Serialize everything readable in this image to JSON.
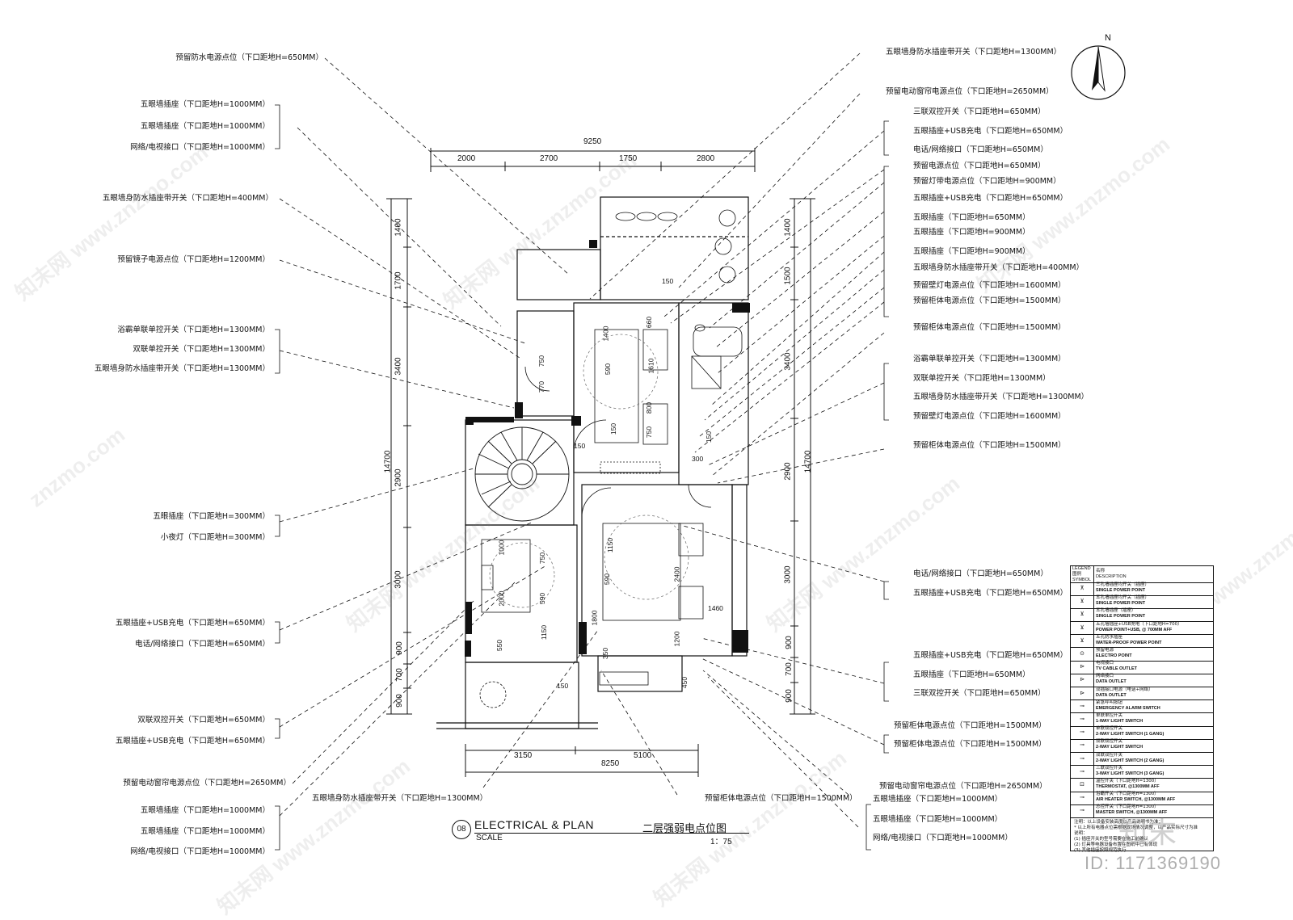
{
  "left_notes": [
    "预留防水电源点位（下口距地H=650MM）",
    "五眼墙插座（下口距地H=1000MM）",
    "五眼墙插座（下口距地H=1000MM）",
    "网络/电视接口（下口距地H=1000MM）",
    "五眼墙身防水插座带开关（下口距地H=400MM）",
    "预留镜子电源点位（下口距地H=1200MM）",
    "浴霸单联单控开关（下口距地H=1300MM）",
    "双联单控开关（下口距地H=1300MM）",
    "五眼墙身防水插座带开关（下口距地H=1300MM）",
    "五眼插座（下口距地H=300MM）",
    "小夜灯（下口距地H=300MM）",
    "五眼插座+USB充电（下口距地H=650MM）",
    "电话/网络接口（下口距地H=650MM）",
    "双联双控开关（下口距地H=650MM）",
    "五眼插座+USB充电（下口距地H=650MM）",
    "预留电动窗帘电源点位（下口距地H=2650MM）",
    "五眼墙插座（下口距地H=1000MM）",
    "五眼墙插座（下口距地H=1000MM）",
    "网络/电视接口（下口距地H=1000MM）"
  ],
  "right_notes": [
    "五眼墙身防水插座带开关（下口距地H=1300MM）",
    "预留电动窗帘电源点位（下口距地H=2650MM）",
    "三联双控开关（下口距地H=650MM）",
    "五眼插座+USB充电（下口距地H=650MM）",
    "电话/网络接口（下口距地H=650MM）",
    "预留电源点位（下口距地H=650MM）",
    "预留灯带电源点位（下口距地H=900MM）",
    "五眼插座+USB充电（下口距地H=650MM）",
    "五眼插座（下口距地H=650MM）",
    "五眼插座（下口距地H=900MM）",
    "五眼插座（下口距地H=900MM）",
    "五眼墙身防水插座带开关（下口距地H=400MM）",
    "预留壁灯电源点位（下口距地H=1600MM）",
    "预留柜体电源点位（下口距地H=1500MM）",
    "预留柜体电源点位（下口距地H=1500MM）",
    "浴霸单联单控开关（下口距地H=1300MM）",
    "双联单控开关（下口距地H=1300MM）",
    "五眼墙身防水插座带开关（下口距地H=1300MM）",
    "预留壁灯电源点位（下口距地H=1600MM）",
    "预留柜体电源点位（下口距地H=1500MM）",
    "电话/网络接口（下口距地H=650MM）",
    "五眼插座+USB充电（下口距地H=650MM）",
    "五眼插座+USB充电（下口距地H=650MM）",
    "五眼插座（下口距地H=650MM）",
    "三联双控开关（下口距地H=650MM）",
    "预留柜体电源点位（下口距地H=1500MM）",
    "预留柜体电源点位（下口距地H=1500MM）",
    "预留电动窗帘电源点位（下口距地H=2650MM）",
    "五眼墙插座（下口距地H=1000MM）",
    "五眼墙插座（下口距地H=1000MM）",
    "网络/电视接口（下口距地H=1000MM）"
  ],
  "bottom_notes": [
    "五眼墙身防水插座带开关（下口距地H=1300MM）",
    "预留柜体电源点位（下口距地H=1500MM）"
  ],
  "dimensions": {
    "top_total": "9250",
    "top_segments": [
      "2000",
      "2700",
      "1750",
      "2800"
    ],
    "bottom_total": "8250",
    "bottom_segments": [
      "3150",
      "5100"
    ],
    "left_total": "14700",
    "left_segments": [
      "1400",
      "1700",
      "3400",
      "2900",
      "3000",
      "900",
      "700",
      "900"
    ],
    "right_total": "14700",
    "right_segments": [
      "1400",
      "1500",
      "3400",
      "2900",
      "3000",
      "900",
      "700",
      "900"
    ]
  },
  "plan_labels": [
    "150",
    "1400",
    "660",
    "750",
    "590",
    "1610",
    "770",
    "800",
    "750",
    "150",
    "150",
    "300",
    "150",
    "1000",
    "1150",
    "750",
    "590",
    "2400",
    "2000",
    "590",
    "1460",
    "1800",
    "1200",
    "550",
    "1150",
    "350",
    "450",
    "150"
  ],
  "title": {
    "number": "08",
    "english": "ELECTRICAL & PLAN",
    "scale_label": "SCALE",
    "chinese": "二层强弱电点位图",
    "scale": "1：75"
  },
  "north": "N",
  "legend": {
    "head_symbol": "LEGEND\n图例\nSYMBOL",
    "head_desc": "名称\nDESCRIPTION",
    "rows": [
      {
        "cn": "三孔墙插座均开关（插座）",
        "en": "SINGLE POWER POINT"
      },
      {
        "cn": "五孔墙插座均开关（插座）",
        "en": "SINGLE POWER POINT"
      },
      {
        "cn": "五孔墙插座（插座）",
        "en": "SINGLE POWER POINT"
      },
      {
        "cn": "五孔墙插座+USB充电（下口距地H=700）",
        "en": "POWER POINT+USB, @ 700MM AFF"
      },
      {
        "cn": "五孔防水插座",
        "en": "WATER-PROOF POWER POINT"
      },
      {
        "cn": "预留电源",
        "en": "ELECTRO POINT"
      },
      {
        "cn": "电视接口",
        "en": "TV CABLE OUTLET"
      },
      {
        "cn": "网络接口",
        "en": "DATA OUTLET"
      },
      {
        "cn": "双插接口电源（电话+网络）",
        "en": "DATA OUTLET"
      },
      {
        "cn": "紧急呼叫按钮",
        "en": "EMERGENCY ALARM SWITCH"
      },
      {
        "cn": "单联单控开关",
        "en": "1-WAY LIGHT SWITCH"
      },
      {
        "cn": "单联双控开关",
        "en": "2-WAY LIGHT SWITCH (1 GANG)"
      },
      {
        "cn": "双联双控开关",
        "en": "2-WAY LIGHT SWITCH"
      },
      {
        "cn": "双联双控开关",
        "en": "2-WAY LIGHT SWITCH (2 GANG)"
      },
      {
        "cn": "三联双控开关",
        "en": "3-WAY LIGHT SWITCH (3 GANG)"
      },
      {
        "cn": "温控开关（下口距地H=1300）",
        "en": "THERMOSTAT, @1300MM AFF"
      },
      {
        "cn": "浴霸开关（下口距地H=1300）",
        "en": "AIR HEATER SWITCH, @1300MM AFF"
      },
      {
        "cn": "总控开关（下口距地H=1300）",
        "en": "MASTER SWITCH, @1300MM AFF"
      }
    ],
    "symbols": [
      "⊼",
      "⊻",
      "⊻",
      "⊻",
      "⊻",
      "⊙",
      "⊳",
      "⊳",
      "⊳",
      "⊸",
      "⊸",
      "⊸",
      "⊸",
      "⊸",
      "⊸",
      "⊡",
      "⊸",
      "⊸"
    ],
    "notes": [
      "注明：以上设备安装高度以产品说明书为准；",
      "* 以上所有电器点位需根据现场情况调整，以产品实际尺寸为准",
      "说明：",
      "(1) 插座开关的型号需要在施工前确认",
      "(2) 灯具等电器设备布置在图纸中已有体现",
      "(3) 其他插座按照规范执行"
    ]
  },
  "watermark_text": "znzmo.com",
  "watermark_cn": "知末网 www.znzmo.com",
  "corner_logo": "知末",
  "corner_id": "ID: 1171369190"
}
